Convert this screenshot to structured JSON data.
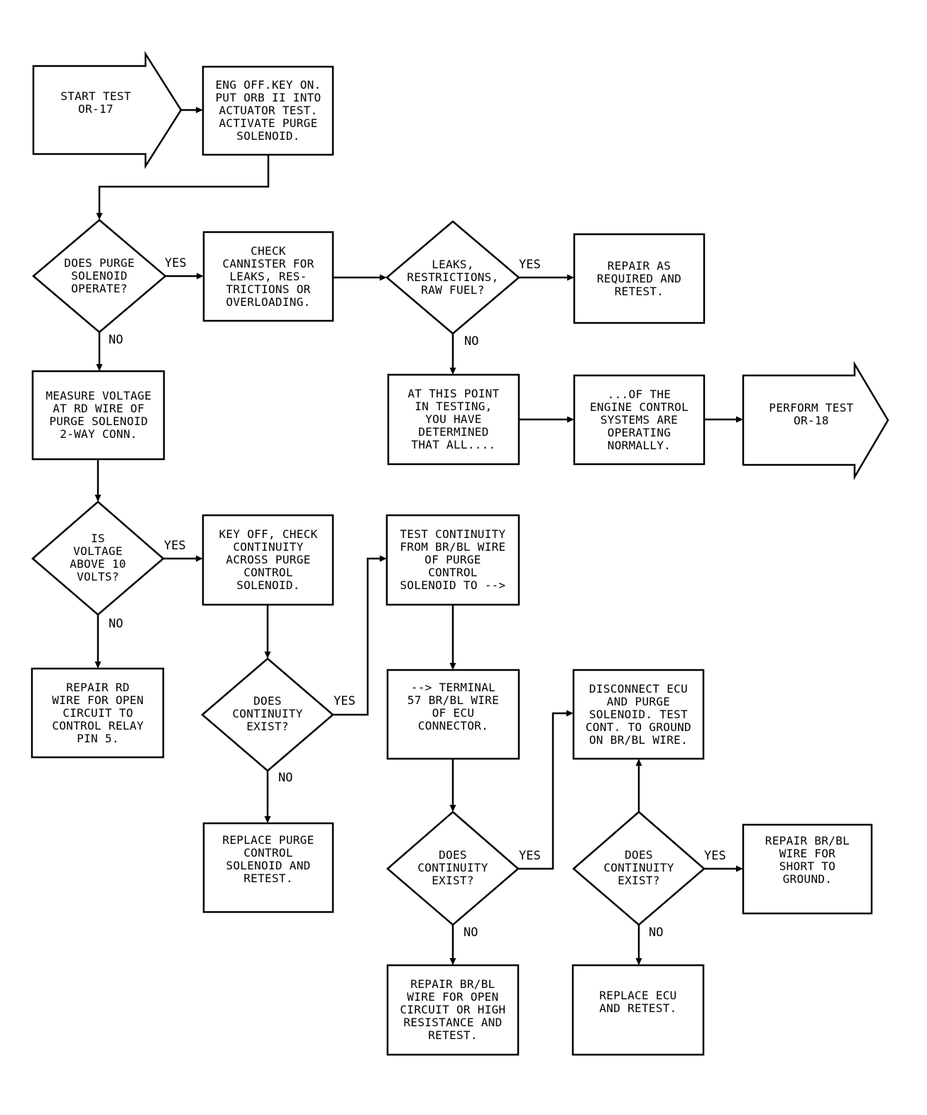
{
  "colors": {
    "ink": "#000000",
    "paper": "#ffffff"
  },
  "nodes": {
    "start": "START TEST\nOR-17",
    "n1": "ENG OFF.KEY ON.\nPUT ORB II INTO\nACTUATOR TEST.\nACTIVATE PURGE\nSOLENOID.",
    "d1": "DOES PURGE\nSOLENOID\nOPERATE?",
    "n2": "CHECK\nCANNISTER FOR\nLEAKS, RES-\nTRICTIONS OR\nOVERLOADING.",
    "d2": "LEAKS,\nRESTRICTIONS,\nRAW FUEL?",
    "n3": "REPAIR AS\nREQUIRED AND\nRETEST.",
    "n4": "MEASURE VOLTAGE\nAT RD WIRE OF\nPURGE SOLENOID\n2-WAY CONN.",
    "n5": "AT THIS POINT\nIN TESTING,\nYOU HAVE\nDETERMINED\nTHAT ALL....",
    "n6": "...OF THE\nENGINE CONTROL\nSYSTEMS ARE\nOPERATING\nNORMALLY.",
    "end": "PERFORM TEST\nOR-18",
    "d3": "IS\nVOLTAGE\nABOVE 10\nVOLTS?",
    "n7": "KEY OFF, CHECK\nCONTINUITY\nACROSS PURGE\nCONTROL\nSOLENOID.",
    "n8": "TEST CONTINUITY\nFROM BR/BL WIRE\nOF PURGE\nCONTROL\nSOLENOID TO -->",
    "n9": "REPAIR RD\nWIRE FOR OPEN\nCIRCUIT TO\nCONTROL RELAY\nPIN 5.",
    "d4": "DOES\nCONTINUITY\nEXIST?",
    "n10": "--> TERMINAL\n57 BR/BL WIRE\nOF ECU\nCONNECTOR.",
    "n11": "DISCONNECT ECU\nAND PURGE\nSOLENOID. TEST\nCONT. TO GROUND\nON BR/BL WIRE.",
    "n12": "REPLACE PURGE\nCONTROL\nSOLENOID AND\nRETEST.",
    "d5": "DOES\nCONTINUITY\nEXIST?",
    "d6": "DOES\nCONTINUITY\nEXIST?",
    "n13": "REPAIR BR/BL\nWIRE FOR\nSHORT TO\nGROUND.",
    "n14": "REPAIR BR/BL\nWIRE FOR OPEN\nCIRCUIT OR HIGH\nRESISTANCE AND\nRETEST.",
    "n15": "REPLACE ECU\nAND RETEST."
  },
  "labels": {
    "d1_yes": "YES",
    "d1_no": "NO",
    "d2_yes": "YES",
    "d2_no": "NO",
    "d3_yes": "YES",
    "d3_no": "NO",
    "d4_yes": "YES",
    "d4_no": "NO",
    "d5_yes": "YES",
    "d5_no": "NO",
    "d6_yes": "YES",
    "d6_no": "NO"
  }
}
